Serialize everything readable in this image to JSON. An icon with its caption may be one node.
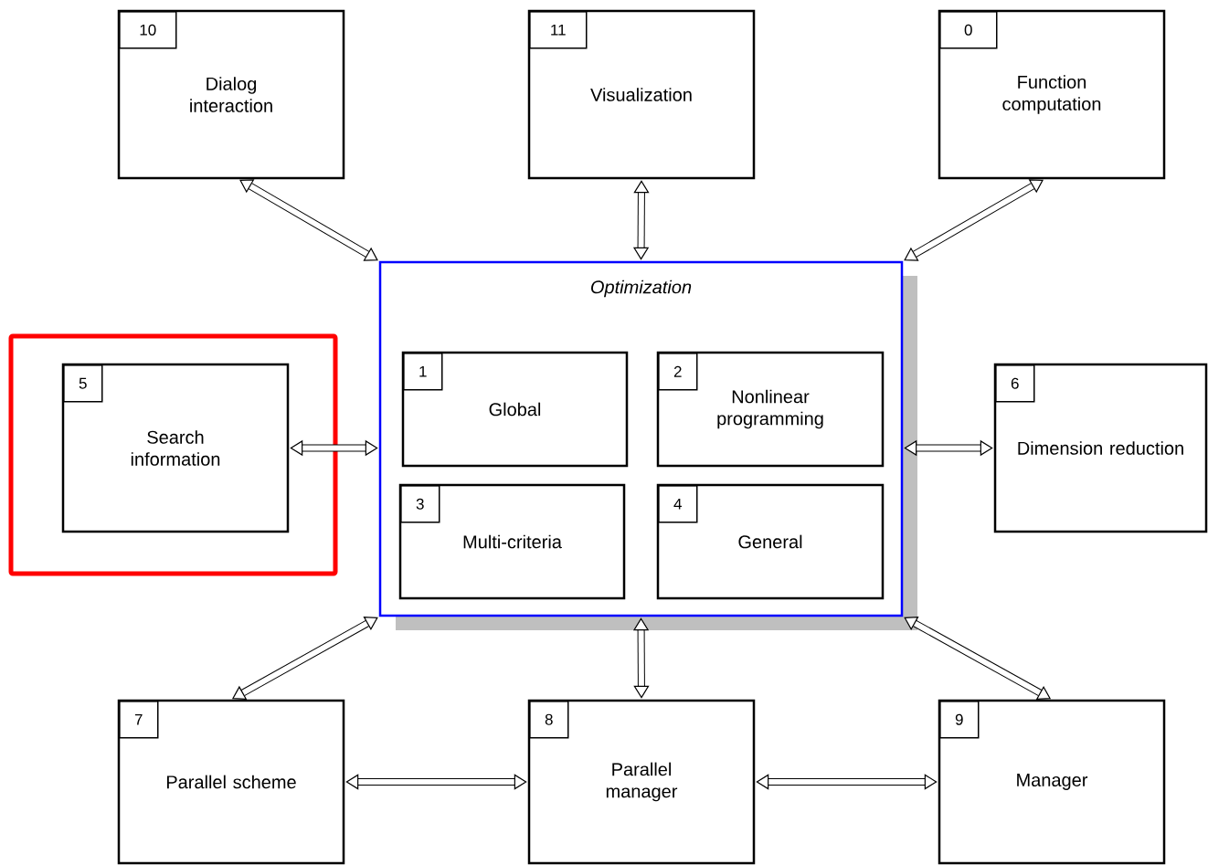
{
  "diagram": {
    "nodes": [
      {
        "text": [
          "10",
          "Dialog interaction"
        ]
      },
      {
        "text": [
          "11",
          "Visualization"
        ]
      },
      {
        "text": [
          "0",
          "Function computation"
        ]
      },
      {
        "text": [
          "Optimization"
        ]
      },
      {
        "text": [],
        "shape": "box"
      },
      {
        "text": [
          "5",
          "Search information"
        ],
        "in": 4
      },
      {
        "text": [
          "1",
          "Global"
        ],
        "in": 3
      },
      {
        "text": [
          "2",
          "Nonlinear programming"
        ],
        "in": 3
      },
      {
        "text": [
          "6",
          "Dimension reduction"
        ]
      },
      {
        "text": [
          "3",
          "Multi-criteria"
        ],
        "in": 3
      },
      {
        "text": [
          "4",
          "General"
        ],
        "in": 3
      },
      {
        "text": [
          "7",
          "Parallel scheme"
        ]
      },
      {
        "text": [
          "8",
          "Parallel manager"
        ]
      },
      {
        "text": [
          "9",
          "Manager"
        ]
      }
    ],
    "edges": [
      {
        "from": 0,
        "to": 3,
        "arrow": "both"
      },
      {
        "from": 1,
        "to": 3,
        "arrow": "both"
      },
      {
        "from": 2,
        "to": 3,
        "arrow": "both"
      },
      {
        "from": 5,
        "to": 3,
        "arrow": "both"
      },
      {
        "from": 3,
        "to": 8,
        "arrow": "both"
      },
      {
        "from": 11,
        "to": 3,
        "arrow": "both"
      },
      {
        "from": 12,
        "to": 3,
        "arrow": "both"
      },
      {
        "from": 13,
        "to": 3,
        "arrow": "both"
      },
      {
        "from": 11,
        "to": 12,
        "arrow": "both"
      },
      {
        "from": 12,
        "to": 13,
        "arrow": "both"
      }
    ]
  }
}
